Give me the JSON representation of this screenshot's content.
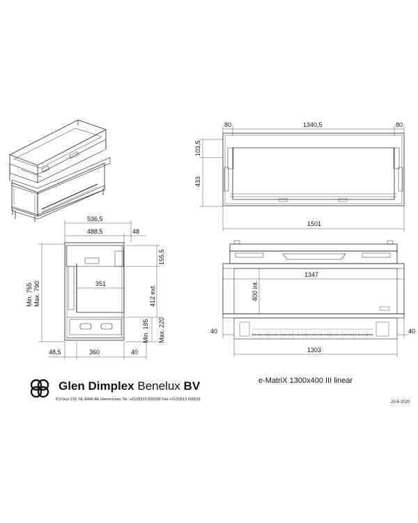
{
  "company": {
    "name_bold": "Glen Dimplex",
    "name_light": "Benelux",
    "name_suffix": "BV",
    "address": "P.O.box 219, NL-8440 AE Heerenveen Tel.:+31(0)513 656500  Fax:+31(0)513 656531",
    "logo_icon": "knot-logo-icon"
  },
  "product": "e-MatriX 1300x400 III linear",
  "date": "20-5-2020",
  "dimensions": {
    "top_left": "80",
    "top_mid": "1340,5",
    "top_right": "80",
    "top_h1": "103,5",
    "top_h2": "433",
    "top_width": "1501",
    "side_w1": "536,5",
    "side_w2": "488,5",
    "side_w3": "48",
    "side_h1": "155,5",
    "side_mid": "351",
    "side_ext": "412 ext.",
    "side_min185": "Min. 185",
    "side_max220": "Max. 220",
    "side_min755": "Min. 755",
    "side_max790": "Max. 790",
    "side_b1": "48,5",
    "side_b2": "360",
    "side_b3": "40",
    "front_int": "400 int.",
    "front_w": "1347",
    "front_l40": "40",
    "front_r40": "40",
    "front_bottom": "1303"
  }
}
